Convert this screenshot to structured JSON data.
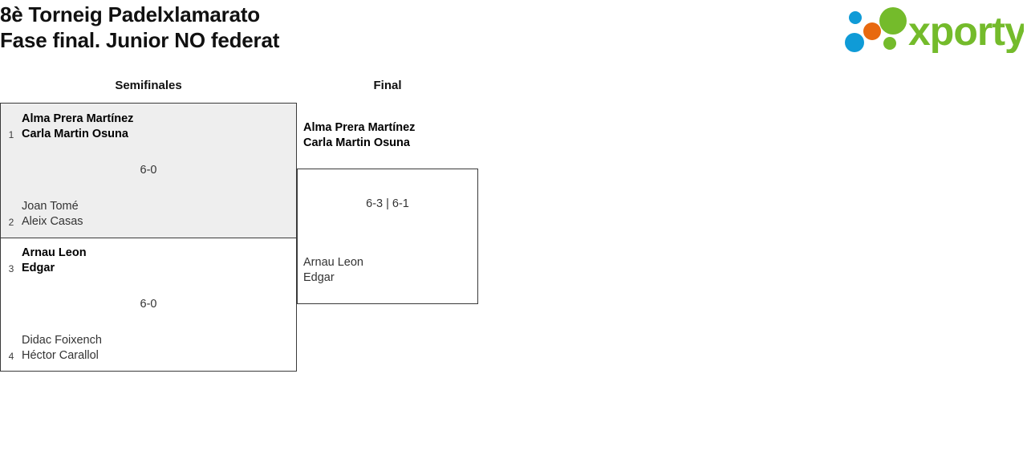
{
  "tournament": {
    "title_line_1": "8è Torneig Padelxlamarato",
    "title_line_2": "Fase final. Junior NO federat"
  },
  "logo": {
    "wordmark": "xporty",
    "colors": {
      "green": "#74bb2b",
      "blue": "#0f9bd7",
      "orange": "#e8690f"
    }
  },
  "bracket": {
    "rounds": [
      {
        "label": "Semifinales"
      },
      {
        "label": "Final"
      }
    ],
    "semifinals": [
      {
        "highlighted": true,
        "score": "6-0",
        "top": {
          "seed": "1",
          "player_1": "Alma Prera Martínez",
          "player_2": "Carla Martin Osuna",
          "winner": true
        },
        "bottom": {
          "seed": "2",
          "player_1": "Joan Tomé",
          "player_2": "Aleix Casas",
          "winner": false
        }
      },
      {
        "highlighted": false,
        "score": "6-0",
        "top": {
          "seed": "3",
          "player_1": "Arnau Leon",
          "player_2": "Edgar",
          "winner": true
        },
        "bottom": {
          "seed": "4",
          "player_1": "Didac Foixench",
          "player_2": "Héctor Carallol",
          "winner": false
        }
      }
    ],
    "final": {
      "score": "6-3 | 6-1",
      "top": {
        "player_1": "Alma Prera Martínez",
        "player_2": "Carla Martin Osuna",
        "winner": true
      },
      "bottom": {
        "player_1": "Arnau Leon",
        "player_2": "Edgar",
        "winner": false
      }
    }
  }
}
